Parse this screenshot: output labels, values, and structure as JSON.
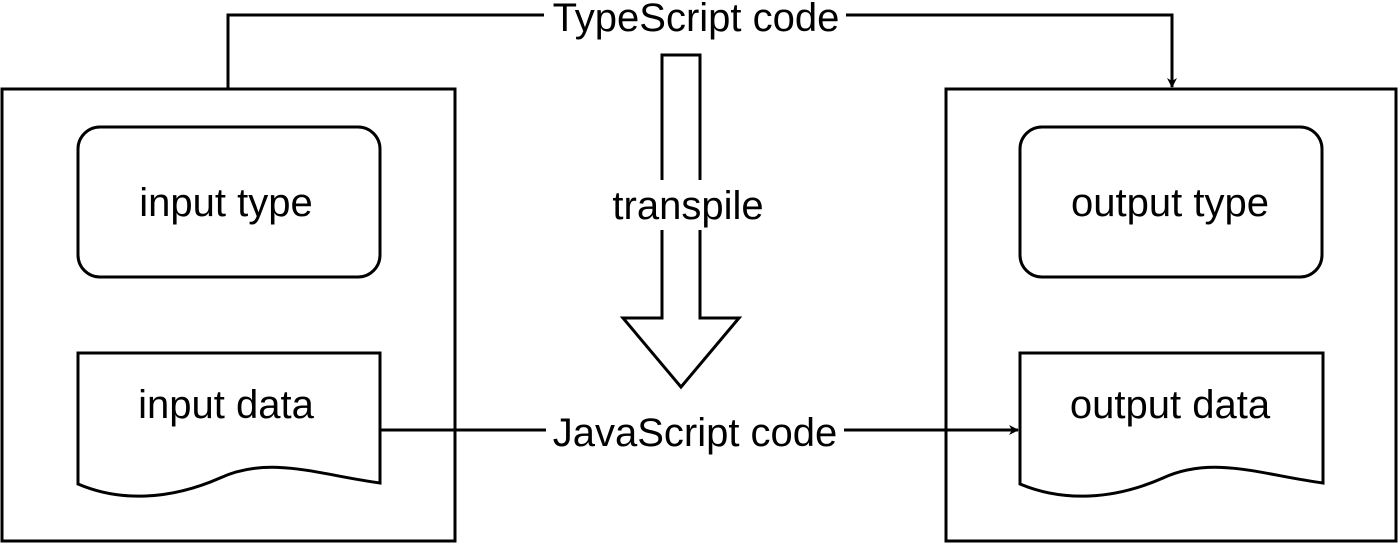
{
  "diagram": {
    "left_box": {
      "type_label": "input type",
      "data_label": "input data"
    },
    "right_box": {
      "type_label": "output type",
      "data_label": "output data"
    },
    "top_edge_label": "TypeScript code",
    "middle_arrow_label": "transpile",
    "bottom_edge_label": "JavaScript code",
    "colors": {
      "stroke": "#000000",
      "background": "#ffffff"
    }
  }
}
